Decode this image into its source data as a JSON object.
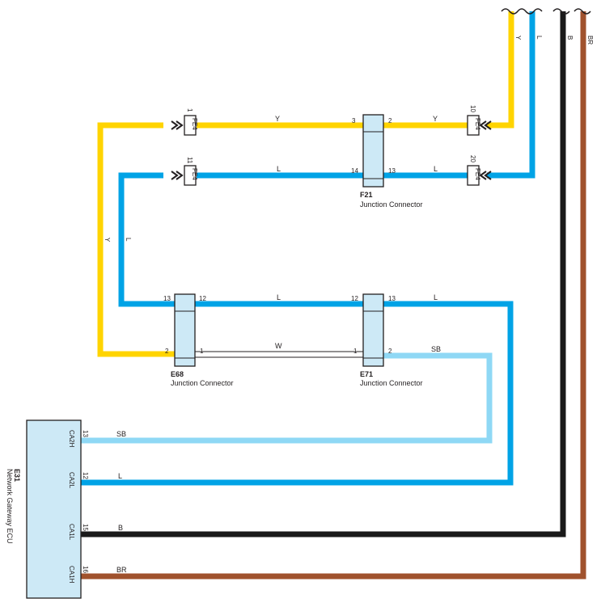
{
  "colors": {
    "Y": "#ffd400",
    "L": "#00a3e6",
    "SB": "#8fd8f5",
    "B": "#1a1a1a",
    "BR": "#a0522d",
    "W": "#ffffff",
    "connector_fill": "#cde9f6",
    "outline": "#231f20"
  },
  "wires": {
    "y_top": "Y",
    "l_top": "L",
    "b_top": "B",
    "br_top": "BR",
    "y_fe4_f21": "Y",
    "y_f21_fe4": "Y",
    "l_fe4_f21": "L",
    "l_f21_fe4": "L",
    "y_left": "Y",
    "l_left": "L",
    "l_e68_e71": "L",
    "w_e68_e71": "W",
    "l_e71_out": "L",
    "sb_e71_out": "SB",
    "sb_ecu": "SB",
    "l_ecu": "L",
    "b_ecu": "B",
    "br_ecu": "BR"
  },
  "inline_connectors": [
    {
      "code": "FE4",
      "pin": "1"
    },
    {
      "code": "FE4",
      "pin": "11"
    },
    {
      "code": "FE4",
      "pin": "10"
    },
    {
      "code": "FE4",
      "pin": "20"
    }
  ],
  "junction_connectors": {
    "f21": {
      "id": "F21",
      "name": "Junction Connector",
      "pins": {
        "top_left": "3",
        "top_right": "2",
        "bottom_left": "14",
        "bottom_right": "13"
      }
    },
    "e68": {
      "id": "E68",
      "name": "Junction Connector",
      "pins": {
        "top_left": "13",
        "top_right": "12",
        "bottom_left": "2",
        "bottom_right": "1"
      }
    },
    "e71": {
      "id": "E71",
      "name": "Junction Connector",
      "pins": {
        "top_left": "12",
        "top_right": "13",
        "bottom_left": "1",
        "bottom_right": "2"
      }
    }
  },
  "ecu": {
    "id": "E31",
    "name": "Network Gateway ECU",
    "terminals": [
      {
        "name": "CA2H",
        "pin": "13"
      },
      {
        "name": "CA2L",
        "pin": "12"
      },
      {
        "name": "CA1L",
        "pin": "15"
      },
      {
        "name": "CA1H",
        "pin": "16"
      }
    ]
  }
}
